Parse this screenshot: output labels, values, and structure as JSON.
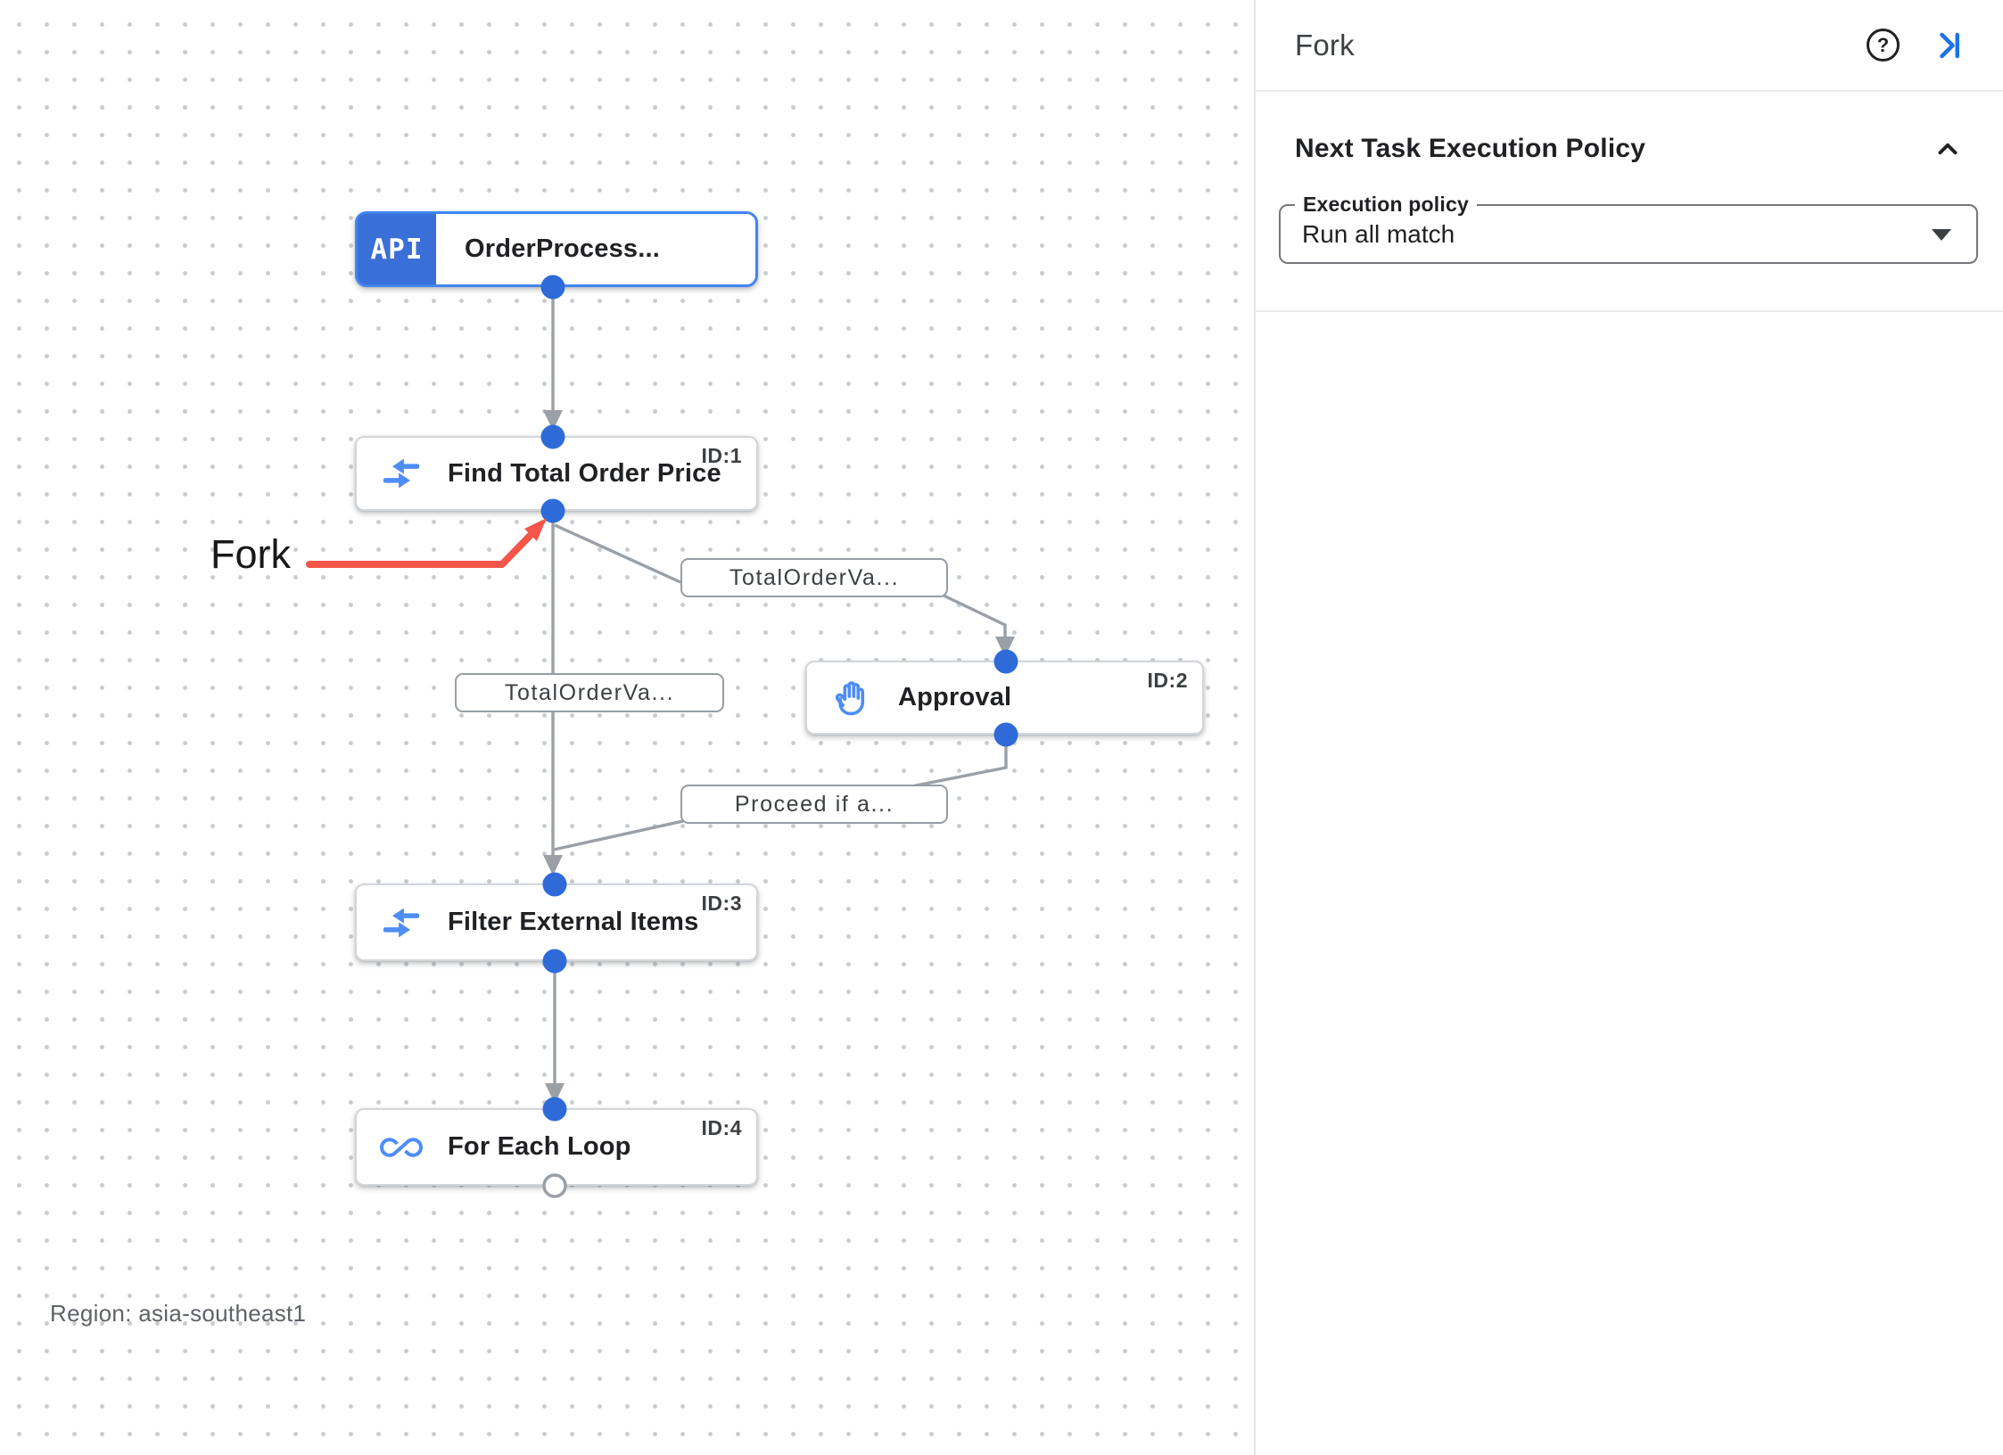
{
  "canvas": {
    "nodes": [
      {
        "title": "OrderProcess...",
        "badge": "API",
        "icon": "api-trigger-badge",
        "id_label": ""
      },
      {
        "title": "Find Total Order Price",
        "icon": "data-mapping-icon",
        "id_label": "ID:1"
      },
      {
        "title": "Approval",
        "icon": "approval-hand-icon",
        "id_label": "ID:2"
      },
      {
        "title": "Filter External Items",
        "icon": "data-mapping-icon",
        "id_label": "ID:3"
      },
      {
        "title": "For Each Loop",
        "icon": "for-each-loop-icon",
        "id_label": "ID:4"
      }
    ],
    "edge_labels": [
      "TotalOrderVa...",
      "TotalOrderVa...",
      "Proceed if a..."
    ],
    "annotation_label": "Fork",
    "region_label": "Region: asia-southeast1"
  },
  "panel": {
    "title": "Fork",
    "help_icon": "?",
    "icons": [
      "help-icon",
      "collapse-panel-icon"
    ],
    "next_task_section": {
      "heading": "Next Task Execution Policy",
      "execution_policy_label": "Execution policy",
      "execution_policy_value": "Run all match"
    }
  },
  "colors": {
    "accent_blue": "#1a73e8",
    "connector_blue": "#2e6bd9",
    "icon_blue": "#4d8df5",
    "api_badge_blue": "#3a6fd8",
    "node_border_blue": "#4285f4",
    "edge_gray": "#9aa0a6",
    "annotation_red": "#f4564a"
  }
}
